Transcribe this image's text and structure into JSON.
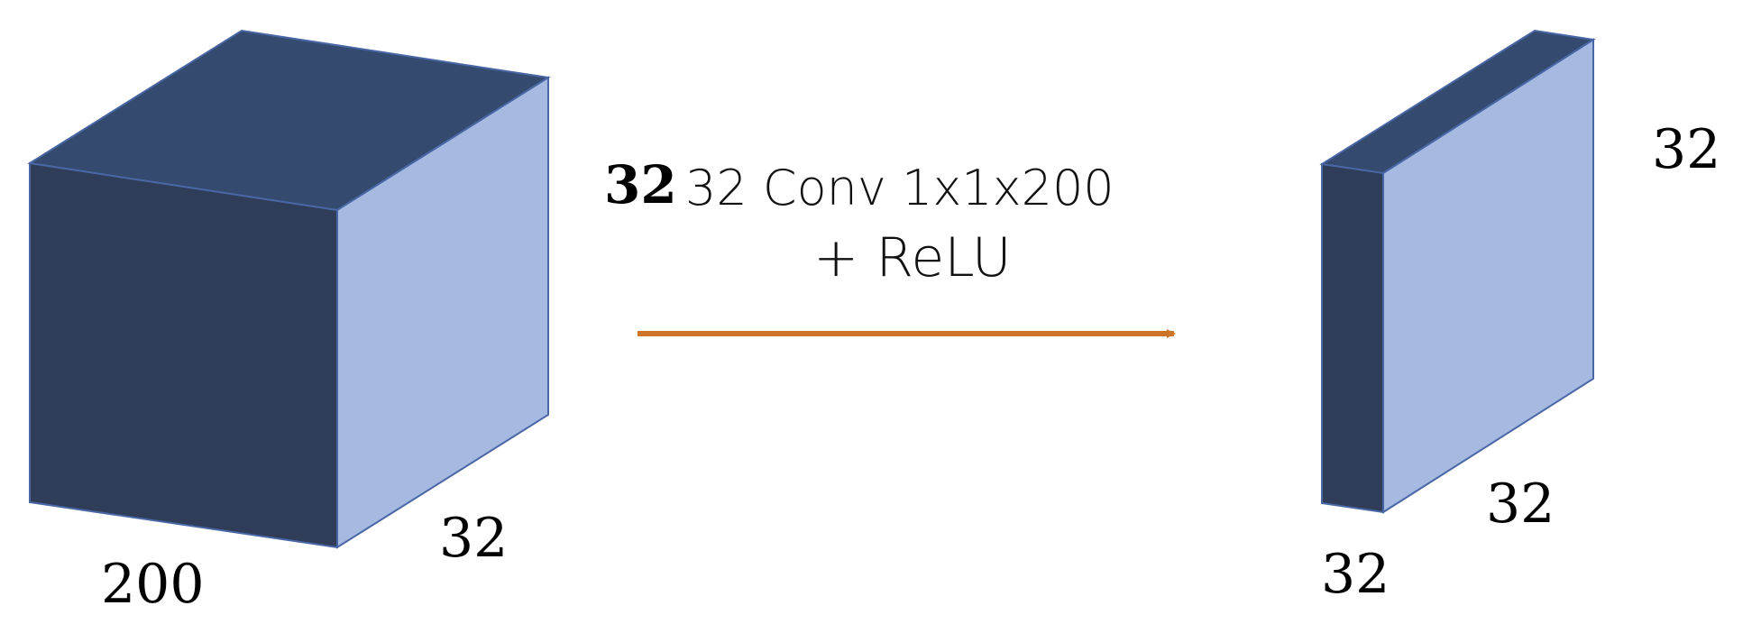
{
  "input_volume": {
    "width_label": "200",
    "depth_label": "32"
  },
  "operation": {
    "bold_prefix": "32",
    "line1": "32 Conv 1x1x200",
    "line2": "+ ReLU"
  },
  "output_volume": {
    "height_label": "32",
    "depth_label": "32",
    "width_label": "32"
  },
  "colors": {
    "top_face": "#344a6e",
    "front_face": "#2f3d59",
    "side_face": "#a6b9e1",
    "edge": "#4a67a5",
    "arrow": "#cc7529"
  }
}
